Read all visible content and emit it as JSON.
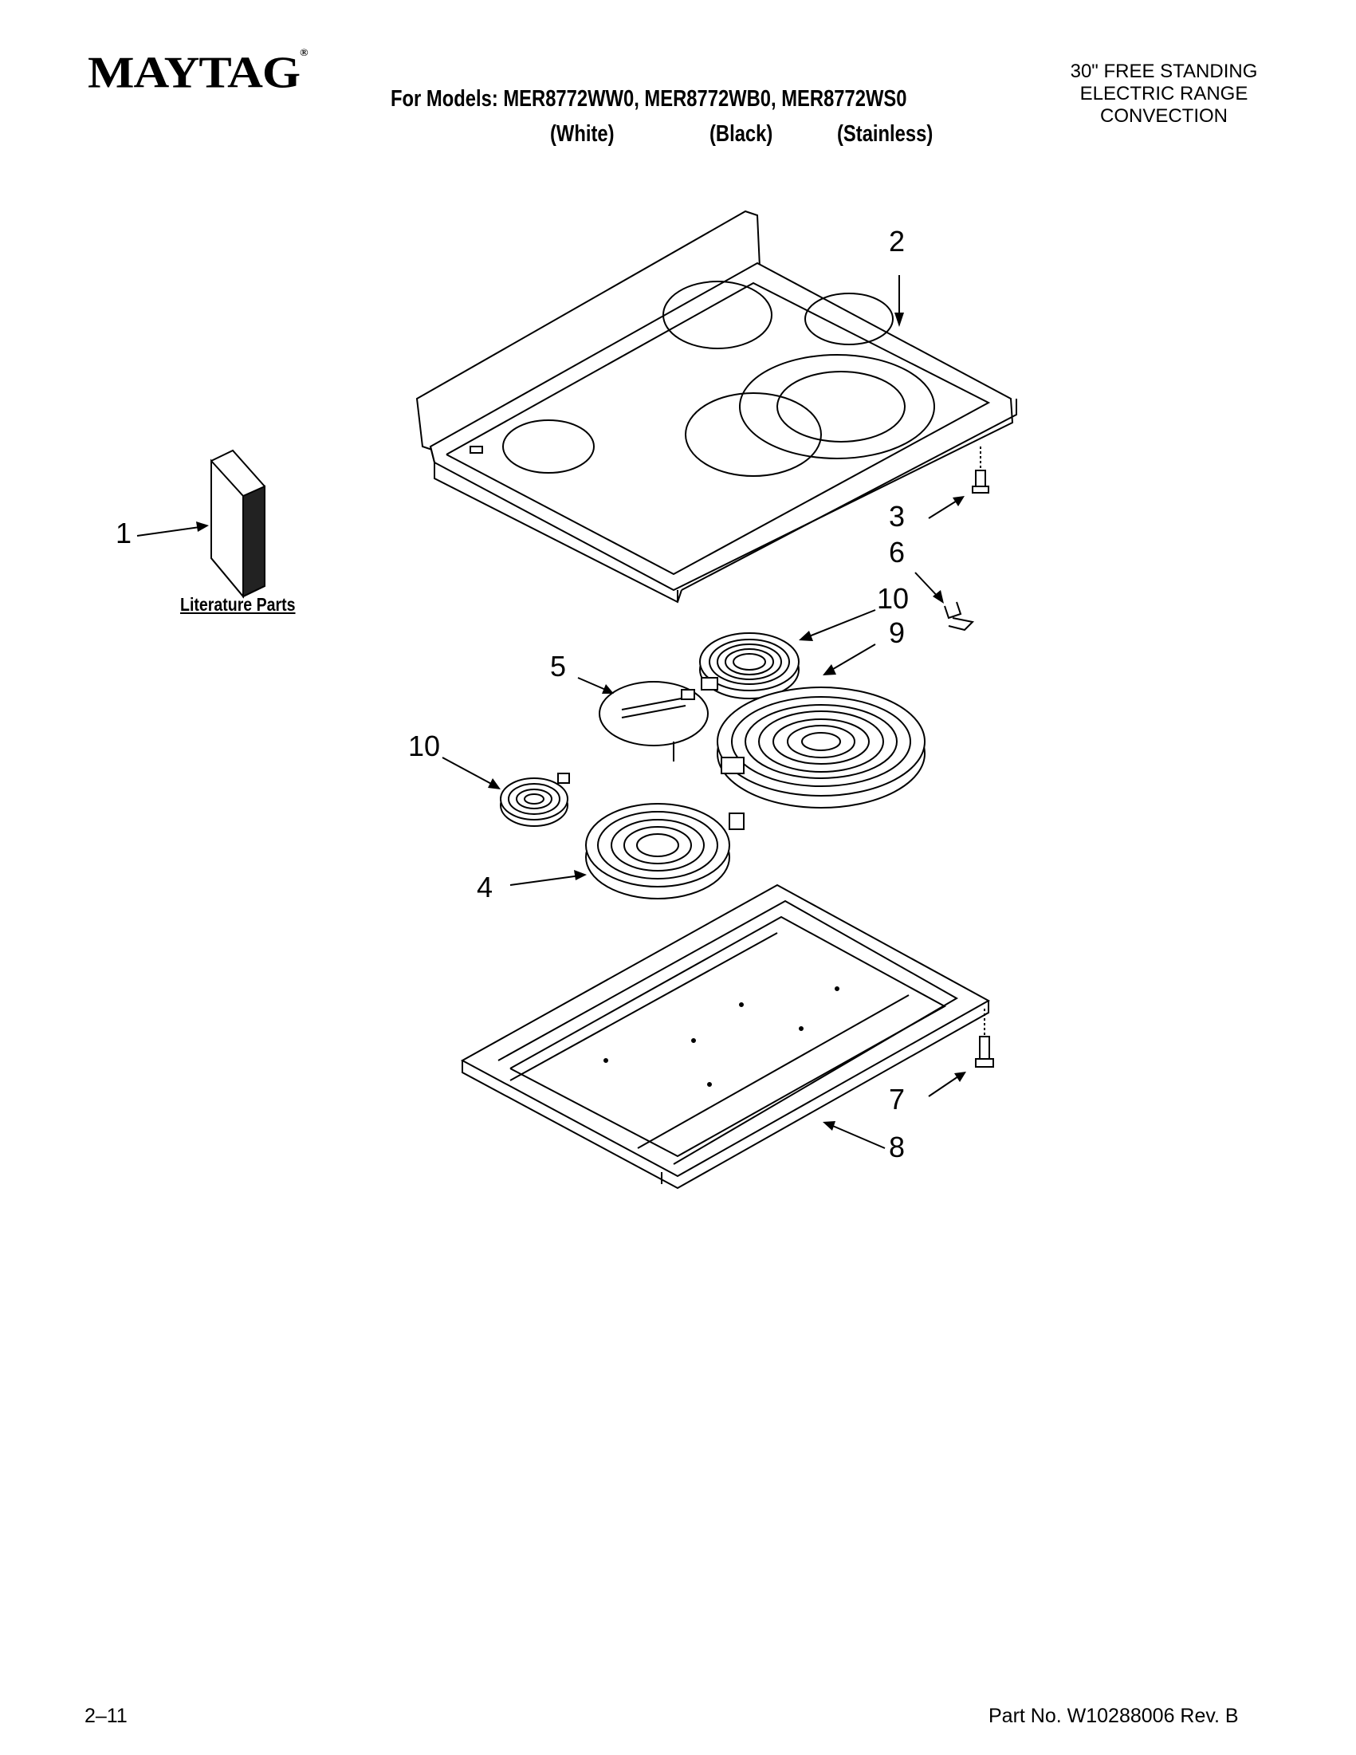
{
  "header": {
    "brand": "MAYTAG",
    "brand_mark": "®",
    "models_line": "For Models: MER8772WW0, MER8772WB0, MER8772WS0",
    "color_white": "(White)",
    "color_black": "(Black)",
    "color_stainless": "(Stainless)",
    "category_line1": "30\" FREE STANDING",
    "category_line2": "ELECTRIC RANGE",
    "category_line3": "CONVECTION"
  },
  "diagram": {
    "literature_label": "Literature Parts",
    "callouts": [
      "1",
      "2",
      "3",
      "6",
      "10",
      "9",
      "5",
      "10",
      "4",
      "7",
      "8"
    ]
  },
  "footer": {
    "page": "2–11",
    "part_number": "Part No. W10288006 Rev. B"
  }
}
